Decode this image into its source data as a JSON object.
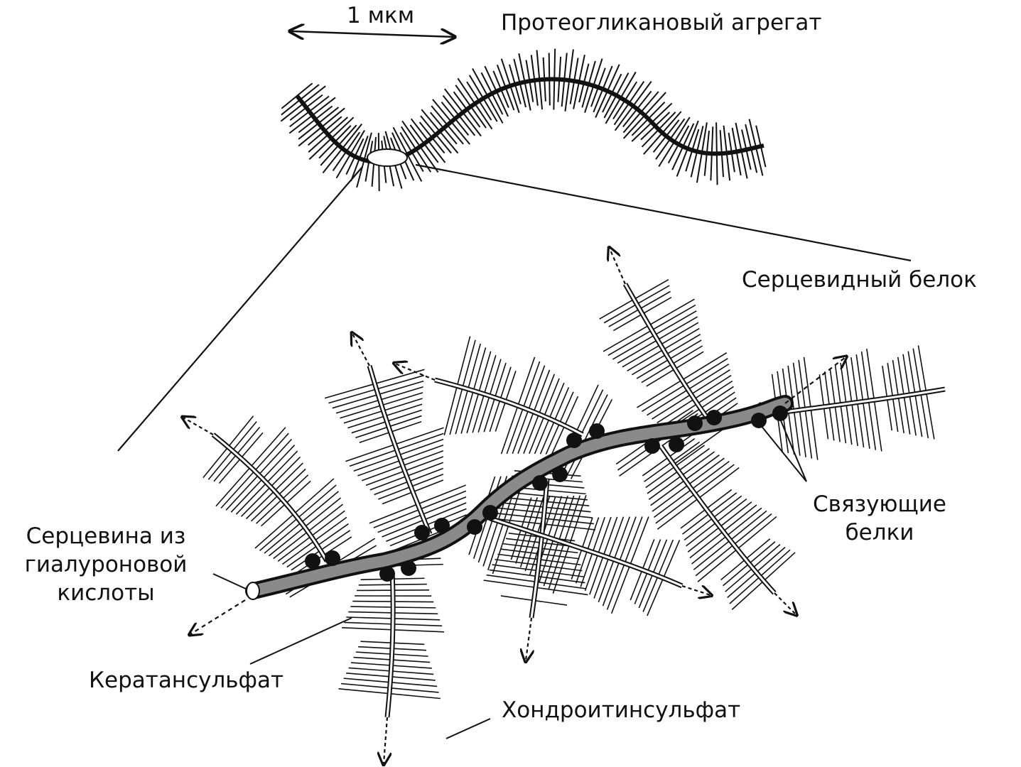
{
  "diagram": {
    "scale_label": "1 мкм",
    "aggregate_title": "Протеогликановый агрегат",
    "core_protein_label": "Серцевидный белок",
    "link_proteins_label": [
      "Связующие",
      "белки"
    ],
    "hyaluronic_core_label": [
      "Серцевина из",
      "гиалуроновой",
      "кислоты"
    ],
    "keratan_sulfate_label": "Кератансульфат",
    "chondroitin_sulfate_label": "Хондроитинсульфат"
  },
  "colors": {
    "ink": "#111111",
    "background": "#ffffff",
    "hyaluronic_fill": "#8a8a8a"
  }
}
